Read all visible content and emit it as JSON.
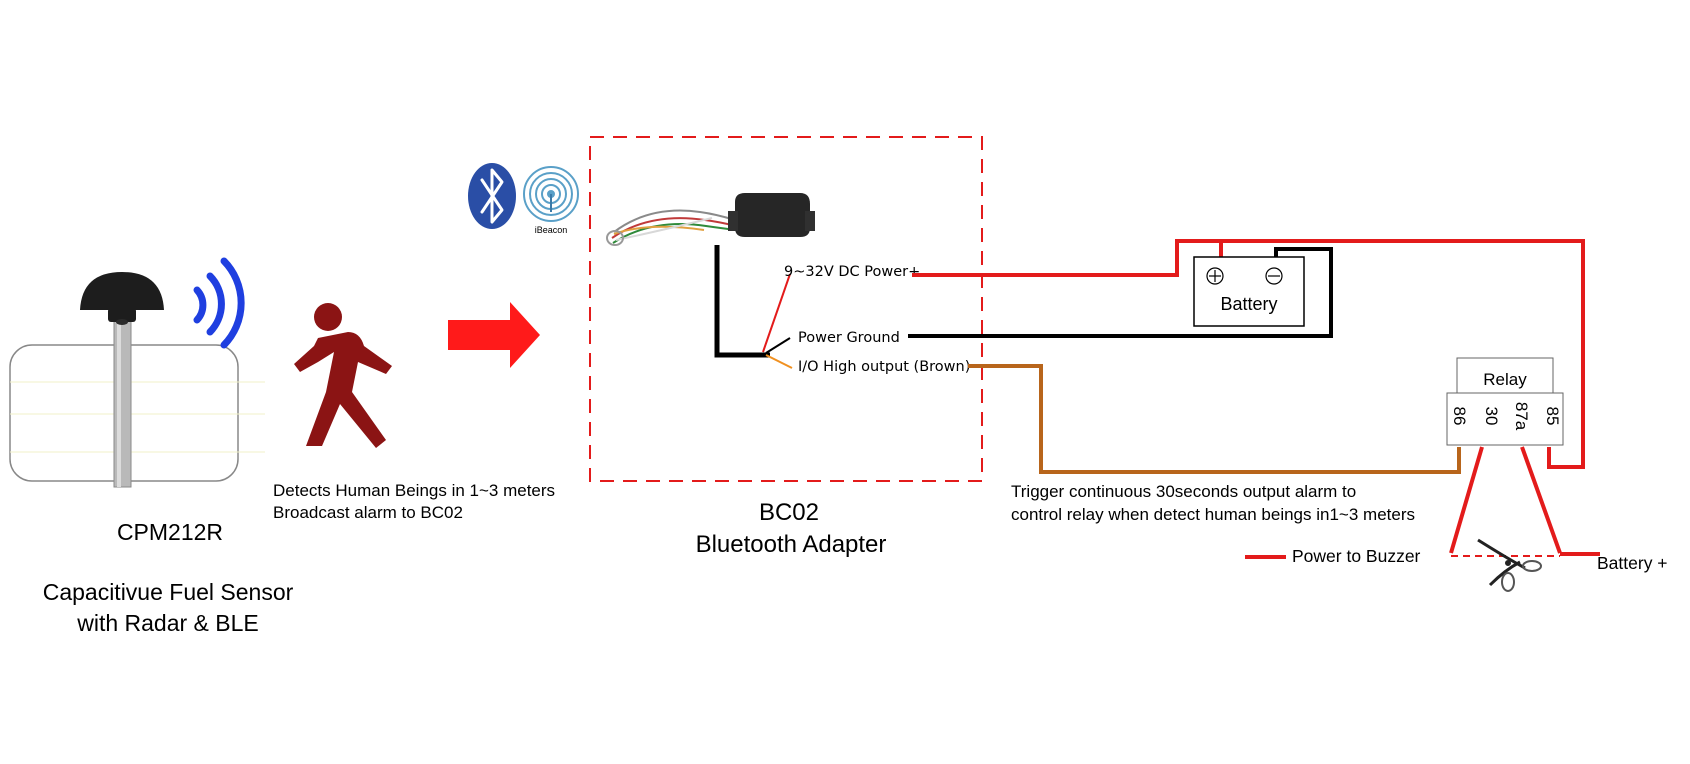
{
  "sensor": {
    "model": "CPM212R",
    "description_line1": "Capacitivue Fuel Sensor",
    "description_line2": "with Radar & BLE"
  },
  "detection": {
    "line1": "Detects Human Beings in 1~3 meters",
    "line2": "Broadcast alarm to BC02"
  },
  "adapter": {
    "name": "BC02",
    "subtitle": "Bluetooth Adapter",
    "ibeacon_label": "iBeacon"
  },
  "wires": {
    "power_plus": "9~32V DC Power+",
    "power_ground": "Power Ground",
    "io_output": "I/O High output (Brown)"
  },
  "battery": {
    "label": "Battery"
  },
  "relay": {
    "label": "Relay",
    "pins": [
      "86",
      "30",
      "87a",
      "85"
    ]
  },
  "trigger": {
    "line1": "Trigger continuous 30seconds output alarm to",
    "line2": "control relay when detect human beings in1~3 meters"
  },
  "outputs": {
    "power_to_buzzer": "Power to Buzzer",
    "battery_plus": "Battery +"
  },
  "colors": {
    "wire_red": "#e31b1b",
    "wire_black": "#000000",
    "wire_brown": "#b8651b",
    "signal_blue": "#1f3fe0",
    "arrow_red": "#ff1a1a",
    "person": "#8b1414",
    "bluetooth": "#2a4ea6",
    "ibeacon": "#5aa0c8"
  }
}
